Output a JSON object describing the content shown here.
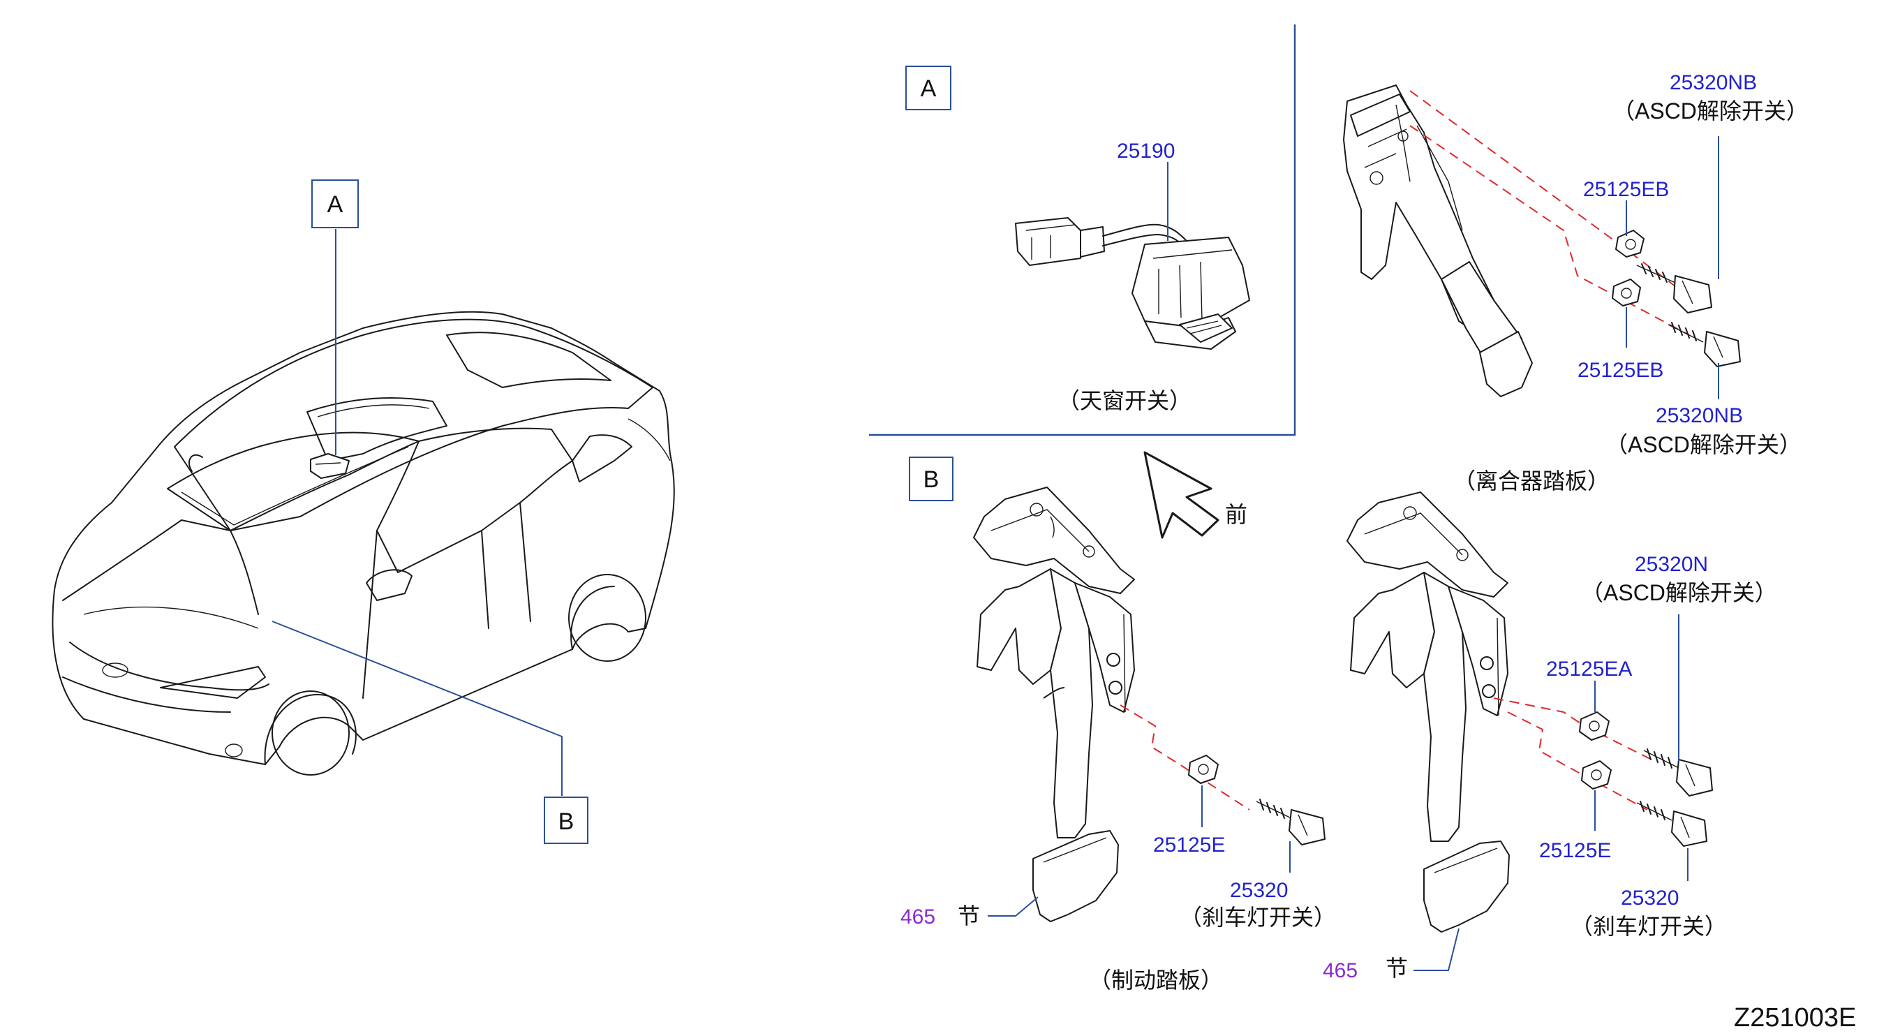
{
  "colors": {
    "part_number": "#2222cc",
    "part_number_alt": "#8a2bcf",
    "leader": "#2a4f9a",
    "phantom": "#e02a2a",
    "line_art": "#1a1a1a"
  },
  "diagram_code": "Z251003E",
  "overview": {
    "callout_a": "A",
    "callout_b": "B"
  },
  "panel_a": {
    "label": "A",
    "part_number": "25190",
    "caption": "（天窗开关）"
  },
  "front_arrow": {
    "label": "前"
  },
  "clutch": {
    "caption": "（离合器踏板）",
    "upper_switch": {
      "part": "25320NB",
      "desc": "（ASCD解除开关）"
    },
    "upper_clip": {
      "part": "25125EB"
    },
    "lower_clip": {
      "part": "25125EB"
    },
    "lower_switch": {
      "part": "25320NB",
      "desc": "（ASCD解除开关）"
    }
  },
  "panel_b": {
    "label": "B",
    "brake": {
      "caption": "（制动踏板）",
      "pad": {
        "part": "465",
        "suffix": "节"
      },
      "clip": {
        "part": "25125E"
      },
      "switch": {
        "part": "25320",
        "desc": "（刹车灯开关）"
      }
    },
    "brake_ascd": {
      "pad": {
        "part": "465",
        "suffix": "节"
      },
      "upper_switch": {
        "part": "25320N",
        "desc": "（ASCD解除开关）"
      },
      "upper_clip": {
        "part": "25125EA"
      },
      "lower_clip": {
        "part": "25125E"
      },
      "lower_switch": {
        "part": "25320",
        "desc": "（刹车灯开关）"
      }
    }
  }
}
